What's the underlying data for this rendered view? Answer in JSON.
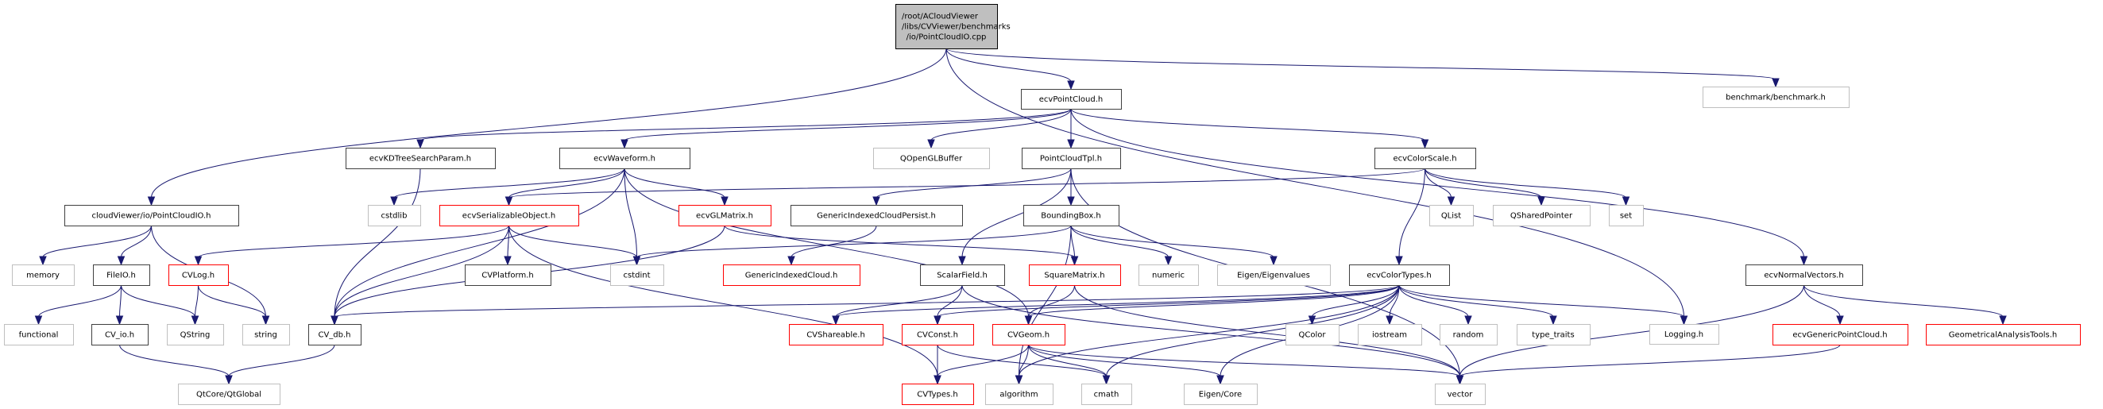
{
  "title": "Include dependency graph for PointCloudIO.cpp",
  "legend": {
    "colors": {
      "root": "#bfbfbf",
      "documented": "#404040",
      "undocumented_truncated": "#ff0000",
      "system": "#bfbfbf",
      "edge": "#191970"
    }
  },
  "nodes": [
    {
      "id": "root",
      "label": [
        "/root/ACloudViewer",
        "/libs/CVViewer/benchmarks",
        "/io/PointCloudIO.cpp"
      ],
      "kind": "root"
    },
    {
      "id": "ecvPointCloud",
      "label": [
        "ecvPointCloud.h"
      ],
      "kind": "doc"
    },
    {
      "id": "benchmark",
      "label": [
        "benchmark/benchmark.h"
      ],
      "kind": "sys"
    },
    {
      "id": "cvPointCloudIO",
      "label": [
        "cloudViewer/io/PointCloudIO.h"
      ],
      "kind": "doc"
    },
    {
      "id": "Logging",
      "label": [
        "Logging.h"
      ],
      "kind": "sys"
    },
    {
      "id": "ecvKDTree",
      "label": [
        "ecvKDTreeSearchParam.h"
      ],
      "kind": "doc"
    },
    {
      "id": "ecvWaveform",
      "label": [
        "ecvWaveform.h"
      ],
      "kind": "doc"
    },
    {
      "id": "QOpenGLBuffer",
      "label": [
        "QOpenGLBuffer"
      ],
      "kind": "sys"
    },
    {
      "id": "PointCloudTpl",
      "label": [
        "PointCloudTpl.h"
      ],
      "kind": "doc"
    },
    {
      "id": "ecvColorScale",
      "label": [
        "ecvColorScale.h"
      ],
      "kind": "doc"
    },
    {
      "id": "ecvNormalVectors",
      "label": [
        "ecvNormalVectors.h"
      ],
      "kind": "doc"
    },
    {
      "id": "memory",
      "label": [
        "memory"
      ],
      "kind": "sys"
    },
    {
      "id": "FileIO",
      "label": [
        "FileIO.h"
      ],
      "kind": "doc"
    },
    {
      "id": "string",
      "label": [
        "string"
      ],
      "kind": "sys"
    },
    {
      "id": "cstdlib",
      "label": [
        "cstdlib"
      ],
      "kind": "sys"
    },
    {
      "id": "ecvSerializable",
      "label": [
        "ecvSerializableObject.h"
      ],
      "kind": "red"
    },
    {
      "id": "ecvGLMatrix",
      "label": [
        "ecvGLMatrix.h"
      ],
      "kind": "red"
    },
    {
      "id": "GICPersist",
      "label": [
        "GenericIndexedCloudPersist.h"
      ],
      "kind": "doc"
    },
    {
      "id": "BoundingBox",
      "label": [
        "BoundingBox.h"
      ],
      "kind": "doc"
    },
    {
      "id": "QList",
      "label": [
        "QList"
      ],
      "kind": "sys"
    },
    {
      "id": "QSharedPointer",
      "label": [
        "QSharedPointer"
      ],
      "kind": "sys"
    },
    {
      "id": "set",
      "label": [
        "set"
      ],
      "kind": "sys"
    },
    {
      "id": "CVLog",
      "label": [
        "CVLog.h"
      ],
      "kind": "red"
    },
    {
      "id": "CVPlatform",
      "label": [
        "CVPlatform.h"
      ],
      "kind": "doc"
    },
    {
      "id": "cstdint",
      "label": [
        "cstdint"
      ],
      "kind": "sys"
    },
    {
      "id": "GICloud",
      "label": [
        "GenericIndexedCloud.h"
      ],
      "kind": "red"
    },
    {
      "id": "ScalarField",
      "label": [
        "ScalarField.h"
      ],
      "kind": "doc"
    },
    {
      "id": "SquareMatrix",
      "label": [
        "SquareMatrix.h"
      ],
      "kind": "red"
    },
    {
      "id": "numeric",
      "label": [
        "numeric"
      ],
      "kind": "sys"
    },
    {
      "id": "EigenValues",
      "label": [
        "Eigen/Eigenvalues"
      ],
      "kind": "sys"
    },
    {
      "id": "ecvColorTypes",
      "label": [
        "ecvColorTypes.h"
      ],
      "kind": "doc"
    },
    {
      "id": "functional",
      "label": [
        "functional"
      ],
      "kind": "sys"
    },
    {
      "id": "CV_io",
      "label": [
        "CV_io.h"
      ],
      "kind": "doc"
    },
    {
      "id": "QString",
      "label": [
        "QString"
      ],
      "kind": "sys"
    },
    {
      "id": "CV_db",
      "label": [
        "CV_db.h"
      ],
      "kind": "doc"
    },
    {
      "id": "CVShareable",
      "label": [
        "CVShareable.h"
      ],
      "kind": "red"
    },
    {
      "id": "CVConst",
      "label": [
        "CVConst.h"
      ],
      "kind": "red"
    },
    {
      "id": "CVGeom",
      "label": [
        "CVGeom.h"
      ],
      "kind": "red"
    },
    {
      "id": "QColor",
      "label": [
        "QColor"
      ],
      "kind": "sys"
    },
    {
      "id": "iostream",
      "label": [
        "iostream"
      ],
      "kind": "sys"
    },
    {
      "id": "random",
      "label": [
        "random"
      ],
      "kind": "sys"
    },
    {
      "id": "type_traits",
      "label": [
        "type_traits"
      ],
      "kind": "sys"
    },
    {
      "id": "ecvGenericPC",
      "label": [
        "ecvGenericPointCloud.h"
      ],
      "kind": "red"
    },
    {
      "id": "GeomTools",
      "label": [
        "GeometricalAnalysisTools.h"
      ],
      "kind": "red"
    },
    {
      "id": "QtGlobal",
      "label": [
        "QtCore/QtGlobal"
      ],
      "kind": "sys"
    },
    {
      "id": "CVTypes",
      "label": [
        "CVTypes.h"
      ],
      "kind": "red"
    },
    {
      "id": "algorithm",
      "label": [
        "algorithm"
      ],
      "kind": "sys"
    },
    {
      "id": "cmath",
      "label": [
        "cmath"
      ],
      "kind": "sys"
    },
    {
      "id": "EigenCore",
      "label": [
        "Eigen/Core"
      ],
      "kind": "sys"
    },
    {
      "id": "vector",
      "label": [
        "vector"
      ],
      "kind": "sys"
    }
  ],
  "edges": [
    [
      "root",
      "ecvPointCloud"
    ],
    [
      "root",
      "benchmark"
    ],
    [
      "root",
      "cvPointCloudIO"
    ],
    [
      "root",
      "Logging"
    ],
    [
      "ecvPointCloud",
      "ecvKDTree"
    ],
    [
      "ecvPointCloud",
      "ecvWaveform"
    ],
    [
      "ecvPointCloud",
      "QOpenGLBuffer"
    ],
    [
      "ecvPointCloud",
      "PointCloudTpl"
    ],
    [
      "ecvPointCloud",
      "ecvColorScale"
    ],
    [
      "ecvPointCloud",
      "ecvNormalVectors"
    ],
    [
      "cvPointCloudIO",
      "memory"
    ],
    [
      "cvPointCloudIO",
      "FileIO"
    ],
    [
      "cvPointCloudIO",
      "string"
    ],
    [
      "ecvKDTree",
      "CV_db"
    ],
    [
      "ecvWaveform",
      "cstdlib"
    ],
    [
      "ecvWaveform",
      "ecvSerializable"
    ],
    [
      "ecvWaveform",
      "ecvGLMatrix"
    ],
    [
      "ecvWaveform",
      "CV_db"
    ],
    [
      "ecvWaveform",
      "cstdint"
    ],
    [
      "ecvWaveform",
      "CVGeom"
    ],
    [
      "PointCloudTpl",
      "GICPersist"
    ],
    [
      "PointCloudTpl",
      "BoundingBox"
    ],
    [
      "PointCloudTpl",
      "ScalarField"
    ],
    [
      "PointCloudTpl",
      "vector"
    ],
    [
      "ecvColorScale",
      "ecvSerializable"
    ],
    [
      "ecvColorScale",
      "QList"
    ],
    [
      "ecvColorScale",
      "QSharedPointer"
    ],
    [
      "ecvColorScale",
      "set"
    ],
    [
      "ecvColorScale",
      "ecvColorTypes"
    ],
    [
      "ecvNormalVectors",
      "ecvGenericPC"
    ],
    [
      "ecvNormalVectors",
      "GeomTools"
    ],
    [
      "ecvNormalVectors",
      "vector"
    ],
    [
      "FileIO",
      "functional"
    ],
    [
      "FileIO",
      "CV_io"
    ],
    [
      "FileIO",
      "QString"
    ],
    [
      "ecvSerializable",
      "CVLog"
    ],
    [
      "ecvSerializable",
      "CVPlatform"
    ],
    [
      "ecvSerializable",
      "cstdint"
    ],
    [
      "ecvSerializable",
      "CV_db"
    ],
    [
      "ecvSerializable",
      "CVTypes"
    ],
    [
      "ecvGLMatrix",
      "SquareMatrix"
    ],
    [
      "ecvGLMatrix",
      "CV_db"
    ],
    [
      "GICPersist",
      "GICloud"
    ],
    [
      "BoundingBox",
      "cstdint"
    ],
    [
      "BoundingBox",
      "SquareMatrix"
    ],
    [
      "BoundingBox",
      "numeric"
    ],
    [
      "BoundingBox",
      "EigenValues"
    ],
    [
      "BoundingBox",
      "algorithm"
    ],
    [
      "CVLog",
      "QString"
    ],
    [
      "CVLog",
      "string"
    ],
    [
      "ScalarField",
      "CVShareable"
    ],
    [
      "ScalarField",
      "CVConst"
    ],
    [
      "ScalarField",
      "vector"
    ],
    [
      "SquareMatrix",
      "CVGeom"
    ],
    [
      "SquareMatrix",
      "vector"
    ],
    [
      "ecvColorTypes",
      "CV_db"
    ],
    [
      "ecvColorTypes",
      "CVShareable"
    ],
    [
      "ecvColorTypes",
      "CVConst"
    ],
    [
      "ecvColorTypes",
      "CVGeom"
    ],
    [
      "ecvColorTypes",
      "QColor"
    ],
    [
      "ecvColorTypes",
      "iostream"
    ],
    [
      "ecvColorTypes",
      "random"
    ],
    [
      "ecvColorTypes",
      "type_traits"
    ],
    [
      "ecvColorTypes",
      "Logging"
    ],
    [
      "ecvColorTypes",
      "algorithm"
    ],
    [
      "ecvColorTypes",
      "cmath"
    ],
    [
      "ecvColorTypes",
      "EigenCore"
    ],
    [
      "CV_io",
      "QtGlobal"
    ],
    [
      "CV_db",
      "QtGlobal"
    ],
    [
      "CVConst",
      "CVTypes"
    ],
    [
      "CVConst",
      "cmath"
    ],
    [
      "CVGeom",
      "CVTypes"
    ],
    [
      "CVGeom",
      "algorithm"
    ],
    [
      "CVGeom",
      "cmath"
    ],
    [
      "CVGeom",
      "EigenCore"
    ],
    [
      "CVGeom",
      "vector"
    ],
    [
      "ecvGenericPC",
      "vector"
    ]
  ]
}
